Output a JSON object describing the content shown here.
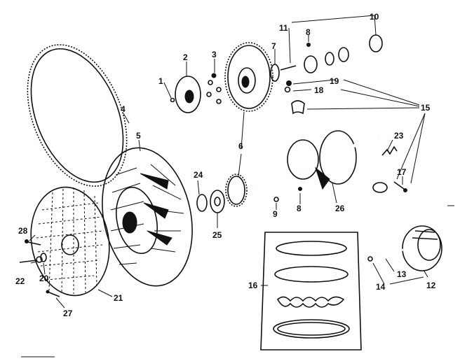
{
  "diagram": {
    "callouts": {
      "c1": "1",
      "c2": "2",
      "c3": "3",
      "c4": "4",
      "c5": "5",
      "c6": "6",
      "c7": "7",
      "c8a": "8",
      "c8b": "8",
      "c9": "9",
      "c10": "10",
      "c11": "11",
      "c12": "12",
      "c13": "13",
      "c14": "14",
      "c15": "15",
      "c16": "16",
      "c17": "17",
      "c18": "18",
      "c19": "19",
      "c20": "20",
      "c21": "21",
      "c22": "22",
      "c23": "23",
      "c24": "24",
      "c25": "25",
      "c26": "26",
      "c27": "27",
      "c28": "28"
    },
    "colors": {
      "ink": "#111111",
      "paper": "#ffffff"
    }
  }
}
